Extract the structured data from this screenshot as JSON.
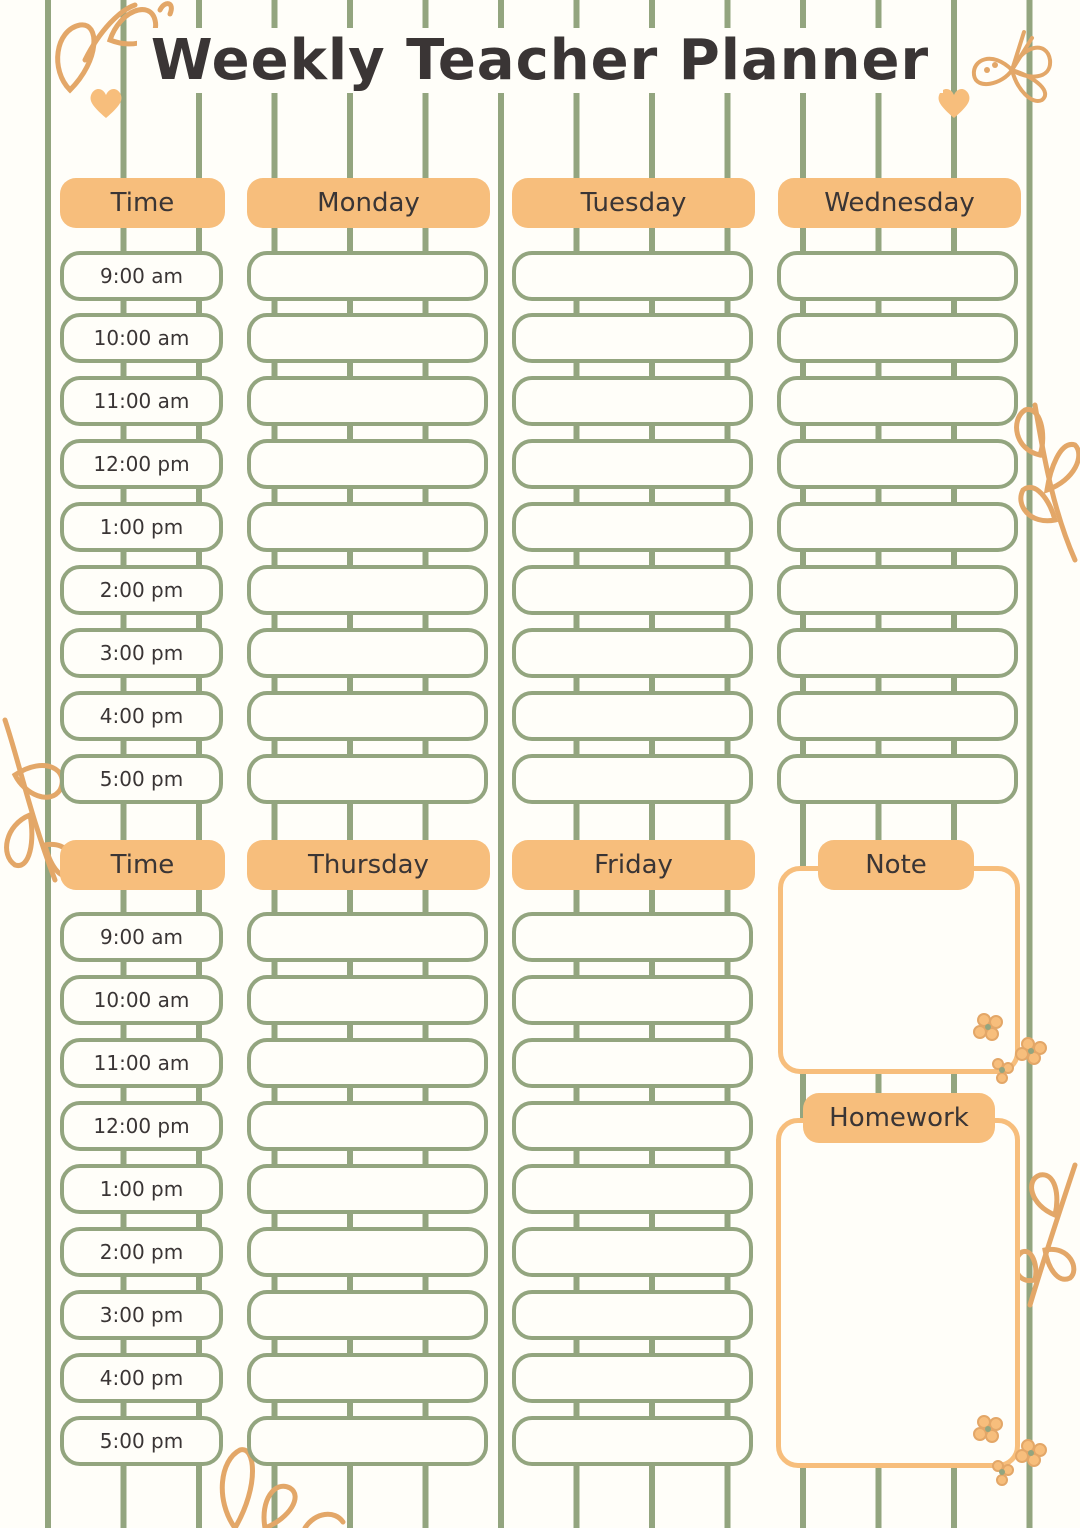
{
  "title": "Weekly Teacher Planner",
  "colors": {
    "grid": "#93a57f",
    "accent": "#f7be7c",
    "text": "#3a3535",
    "background": "#fffef9"
  },
  "top_section": {
    "headers": [
      "Time",
      "Monday",
      "Tuesday",
      "Wednesday"
    ],
    "times": [
      "9:00 am",
      "10:00 am",
      "11:00 am",
      "12:00 pm",
      "1:00 pm",
      "2:00 pm",
      "3:00 pm",
      "4:00 pm",
      "5:00 pm"
    ]
  },
  "bottom_section": {
    "headers": [
      "Time",
      "Thursday",
      "Friday"
    ],
    "times": [
      "9:00 am",
      "10:00 am",
      "11:00 am",
      "12:00 pm",
      "1:00 pm",
      "2:00 pm",
      "3:00 pm",
      "4:00 pm",
      "5:00 pm"
    ]
  },
  "note": {
    "label": "Note"
  },
  "homework": {
    "label": "Homework"
  },
  "decorations": [
    "flower-doodle-icon",
    "butterfly-icon",
    "heart-icon",
    "leaf-branch-icon",
    "small-flower-icon"
  ]
}
